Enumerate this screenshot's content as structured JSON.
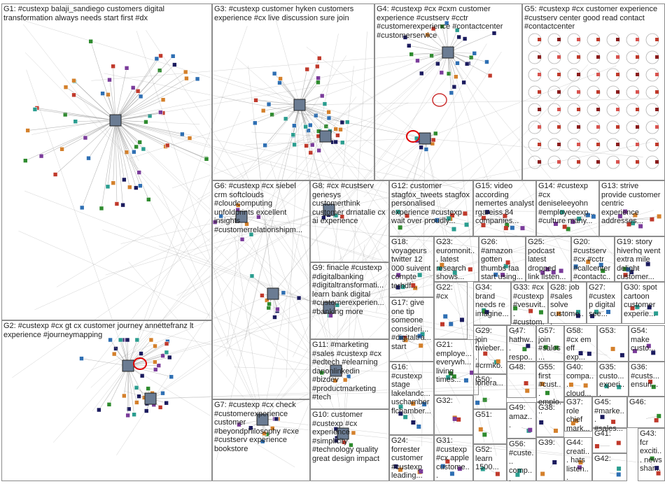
{
  "groups": [
    {
      "id": "G1",
      "label": "G1: #custexp balaji_sandiego customers digital transformation always needs start first #dx"
    },
    {
      "id": "G2",
      "label": "G2: #custexp #cx gt cx customer journey annettefranz lt experience #journeymapping"
    },
    {
      "id": "G3",
      "label": "G3: #custexp customer hyken customers experience #cx live discussion sure join"
    },
    {
      "id": "G4",
      "label": "G4: #custexp #cx #cxm customer experience #custserv #cctr #customerexperience #contactcenter #customerservice"
    },
    {
      "id": "G5",
      "label": "G5: #custexp #cx customer experience #custserv center good read contact #contactcenter"
    },
    {
      "id": "G6",
      "label": "G6: #custexp #cx siebel crm softclouds #cloudcomputing unfoldprints excellent insights #customerrelationshipm..."
    },
    {
      "id": "G7",
      "label": "G7: #custexp #cx check #customerexperience customer #beyondphilosophy #cxe #custserv experience bookstore"
    },
    {
      "id": "G8",
      "label": "G8: #cx #custserv genesys customerthink customer drnatalie cx ai experience"
    },
    {
      "id": "G9",
      "label": "G9: finacle #custexp #digitalbanking #digitaltransformati... learn bank digital #customerexperien... #banking more"
    },
    {
      "id": "G10",
      "label": "G10: customer #custexp #cx experience #simplicity #technology quality great design impact"
    },
    {
      "id": "G11",
      "label": "G11: #marketing #sales #custexp #cx #edtech #elearning danonlinkedin #bizdev #productmarketing #tech"
    },
    {
      "id": "G12",
      "label": "G12: customer stagfox_tweets stagfox personalised experience #custexp wait over proudly..."
    },
    {
      "id": "G13",
      "label": "G13: strive provide customer centric experience addresses..."
    },
    {
      "id": "G14",
      "label": "G14: #custexp #cx deniseleeyohn #employeeexp... #culture many..."
    },
    {
      "id": "G15",
      "label": "G15: video according nemertes analyst rgareiss 84 companies..."
    },
    {
      "id": "G16",
      "label": "G16: #custexp stage lakelandc... uschamber flchamber..."
    },
    {
      "id": "G17",
      "label": "G17: give one tip someone consideri... #digitaltra... start"
    },
    {
      "id": "G18",
      "label": "G18: voyageurs twitter 12 000 suivent compte terhdf..."
    },
    {
      "id": "G19",
      "label": "G19: story hiverhq went extra mile delight customer..."
    },
    {
      "id": "G20",
      "label": "G20: #custserv #cx #cctr #callcenter #contactc..."
    },
    {
      "id": "G21",
      "label": "G21: employe... everywh... living times..."
    },
    {
      "id": "G22",
      "label": "G22: #cx"
    },
    {
      "id": "G23",
      "label": "G23: euromonit... latest research shows..."
    },
    {
      "id": "G24",
      "label": "G24: forrester customer #custexp leading..."
    },
    {
      "id": "G25",
      "label": "G25: podcast latest dropped link listen..."
    },
    {
      "id": "G26",
      "label": "G26: #amazon gotten thumbs faa start using..."
    },
    {
      "id": "G27",
      "label": "G27: #custexp digital see..."
    },
    {
      "id": "G28",
      "label": "G28: job #sales solve custome..."
    },
    {
      "id": "G29",
      "label": "G29: join twieber... #crmko... lonera..."
    },
    {
      "id": "G30",
      "label": "G30: spot cartoon customer experie..."
    },
    {
      "id": "G31",
      "label": "G31: #custexp #cx apple custome..."
    },
    {
      "id": "G32",
      "label": "G32:"
    },
    {
      "id": "G33",
      "label": "G33: #cx #custexp #vesuvit... #custom..."
    },
    {
      "id": "G34",
      "label": "G34: brand needs re imagine..."
    },
    {
      "id": "G35",
      "label": "G35: custo... experi..."
    },
    {
      "id": "G36",
      "label": "G36: #custs... ensuri..."
    },
    {
      "id": "G37",
      "label": "G37: role chief mark..."
    },
    {
      "id": "G38",
      "label": "G38:"
    },
    {
      "id": "G39",
      "label": "G39:"
    },
    {
      "id": "G40",
      "label": "G40: compa... cloud..."
    },
    {
      "id": "G41",
      "label": "G41:"
    },
    {
      "id": "G42",
      "label": "G42:"
    },
    {
      "id": "G43",
      "label": "G43: fcr exciti... news shar..."
    },
    {
      "id": "G44",
      "label": "G44: creati... hats listen..."
    },
    {
      "id": "G45",
      "label": "G45: #marke... #sales..."
    },
    {
      "id": "G46",
      "label": "G46:"
    },
    {
      "id": "G47",
      "label": "G47: hathw... respo..."
    },
    {
      "id": "G48",
      "label": "G48:"
    },
    {
      "id": "G49",
      "label": "G49: amaz..."
    },
    {
      "id": "G50",
      "label": "G50:"
    },
    {
      "id": "G51",
      "label": "G51:"
    },
    {
      "id": "G52",
      "label": "G52: learn 1500..."
    },
    {
      "id": "G53",
      "label": "G53:"
    },
    {
      "id": "G54",
      "label": "G54: make custo..."
    },
    {
      "id": "G55",
      "label": "G55: first #cust... emplo..."
    },
    {
      "id": "G56",
      "label": "G56: #custe... comp..."
    },
    {
      "id": "G57",
      "label": "G57: join #sales..."
    },
    {
      "id": "G58",
      "label": "G58: #cx em eff exp..."
    }
  ],
  "colors": {
    "border": "#8c8c8c",
    "edge": "#9a9a9a",
    "node_dark": "#1b1b5e",
    "node_green": "#2e8b2e",
    "node_red": "#c0392b",
    "node_blue": "#2e6fb3",
    "node_purple": "#7a3b9a",
    "node_orange": "#d4802b",
    "node_teal": "#2a9d8f"
  }
}
